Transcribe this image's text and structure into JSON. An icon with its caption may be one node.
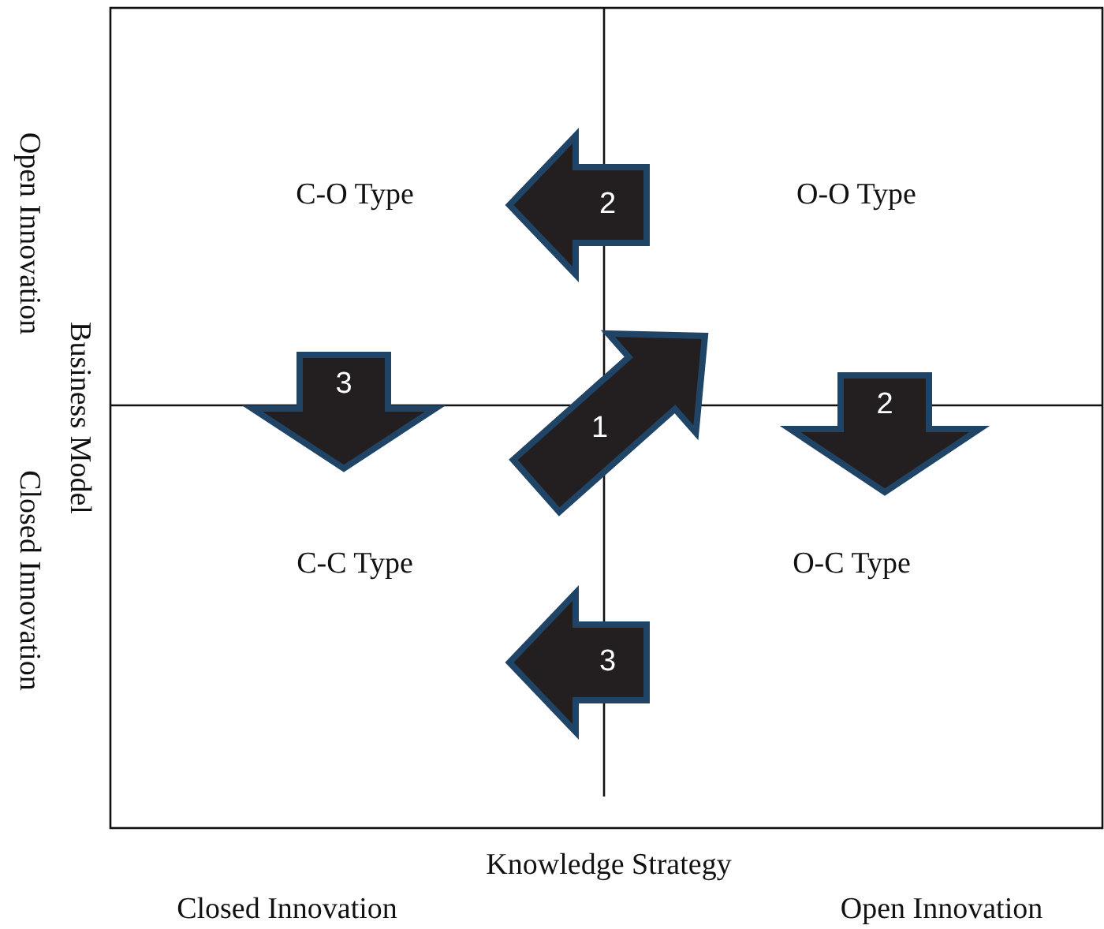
{
  "diagram": {
    "labels": [
      "Open Innovation",
      "Business Model",
      "Closed Innovation",
      "C-O Type",
      "2",
      "O-O Type",
      "3",
      "1",
      "2",
      "C-C Type",
      "O-C Type",
      "3",
      "Knowledge Strategy",
      "Closed Innovation",
      "Open Innovation"
    ]
  }
}
